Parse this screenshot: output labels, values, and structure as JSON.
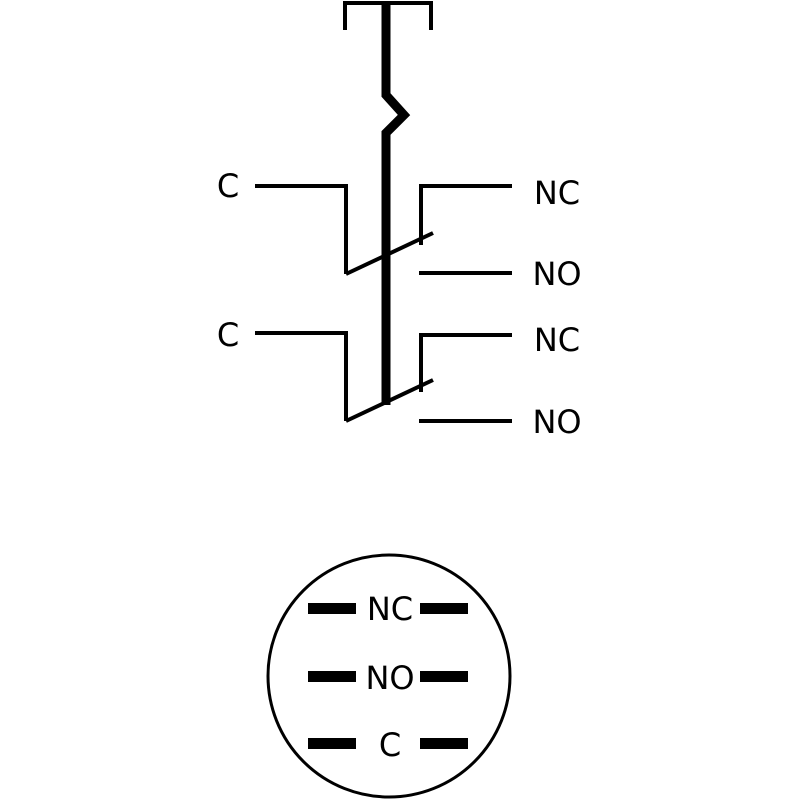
{
  "switch_symbol": {
    "pole_1": {
      "common_label": "C",
      "nc_label": "NC",
      "no_label": "NO"
    },
    "pole_2": {
      "common_label": "C",
      "nc_label": "NC",
      "no_label": "NO"
    }
  },
  "terminal_view": {
    "rows": [
      {
        "label": "NC"
      },
      {
        "label": "NO"
      },
      {
        "label": "C"
      }
    ]
  },
  "colors": {
    "ink": "#000000",
    "background": "#ffffff"
  }
}
